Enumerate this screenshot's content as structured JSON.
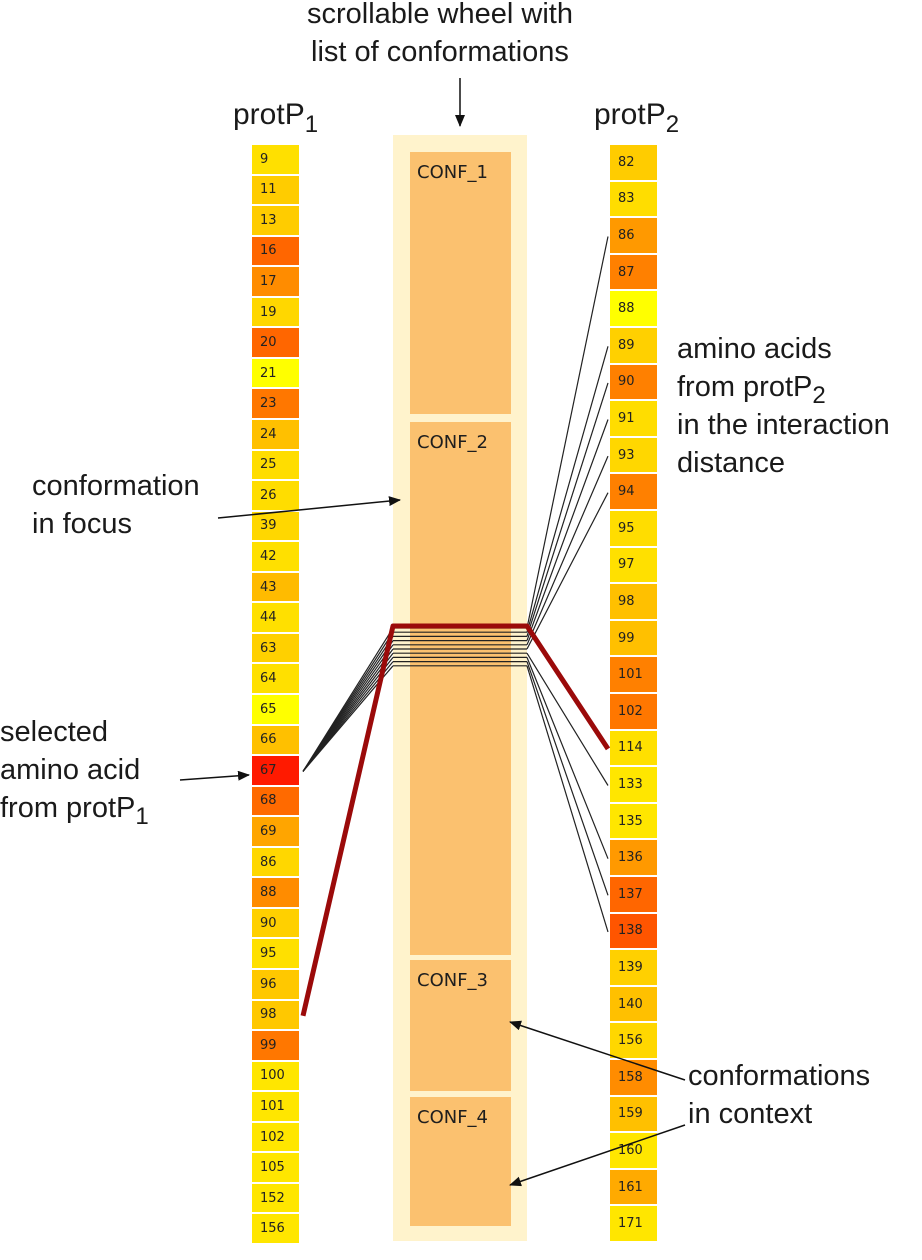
{
  "labels": {
    "wheel_title_line1": "scrollable wheel with",
    "wheel_title_line2": "list of conformations",
    "protP1_base": "protP",
    "protP1_sub": "1",
    "protP2_base": "protP",
    "protP2_sub": "2",
    "focus_line1": "conformation",
    "focus_line2": "in focus",
    "selected_line1": "selected",
    "selected_line2": "amino acid",
    "selected_line3_base": "from protP",
    "selected_line3_sub": "1",
    "amino_line1": "amino acids",
    "amino_line2_base": "from protP",
    "amino_line2_sub": "2",
    "amino_line3": "in the interaction",
    "amino_line4": "distance",
    "context_line1": "conformations",
    "context_line2": "in context"
  },
  "protP1": {
    "residues": [
      "9",
      "11",
      "13",
      "16",
      "17",
      "19",
      "20",
      "21",
      "23",
      "24",
      "25",
      "26",
      "39",
      "42",
      "43",
      "44",
      "63",
      "64",
      "65",
      "66",
      "67",
      "68",
      "69",
      "86",
      "88",
      "90",
      "95",
      "96",
      "98",
      "99",
      "100",
      "101",
      "102",
      "105",
      "152",
      "156"
    ],
    "colors": [
      "#ffe000",
      "#ffcc00",
      "#ffcc00",
      "#ff6600",
      "#ff8c00",
      "#ffd700",
      "#ff6600",
      "#ffff00",
      "#ff7700",
      "#ffc000",
      "#ffdd00",
      "#ffdd00",
      "#ffd700",
      "#ffe000",
      "#ffbb00",
      "#ffe000",
      "#ffd000",
      "#ffe000",
      "#ffff00",
      "#ffc000",
      "#ff1a00",
      "#ff6a00",
      "#ffa500",
      "#ffd700",
      "#ff8c00",
      "#ffd000",
      "#ffe000",
      "#ffc800",
      "#ffc800",
      "#ff7700",
      "#ffe600",
      "#ffe600",
      "#ffe600",
      "#ffe600",
      "#ffe600",
      "#ffe600"
    ],
    "selected": "67"
  },
  "protP2": {
    "residues": [
      "82",
      "83",
      "86",
      "87",
      "88",
      "89",
      "90",
      "91",
      "93",
      "94",
      "95",
      "97",
      "98",
      "99",
      "101",
      "102",
      "114",
      "133",
      "135",
      "136",
      "137",
      "138",
      "139",
      "140",
      "156",
      "158",
      "159",
      "160",
      "161",
      "171"
    ],
    "colors": [
      "#ffcc00",
      "#ffdd00",
      "#ff9900",
      "#ff8000",
      "#ffff00",
      "#ffd000",
      "#ff8000",
      "#ffdd00",
      "#ffd700",
      "#ff8000",
      "#ffdd00",
      "#ffe000",
      "#ffc000",
      "#ffc000",
      "#ff8000",
      "#ff7700",
      "#ffe000",
      "#ffe600",
      "#ffe600",
      "#ff9900",
      "#ff6600",
      "#ff5500",
      "#ffd000",
      "#ffc000",
      "#ffd700",
      "#ff8c00",
      "#ffc000",
      "#ffe600",
      "#ffaa00",
      "#ffe600"
    ],
    "interacting": [
      "86",
      "89",
      "90",
      "91",
      "93",
      "94",
      "133",
      "136",
      "137",
      "138"
    ]
  },
  "conformations": [
    "CONF_1",
    "CONF_2",
    "CONF_3",
    "CONF_4"
  ],
  "colors": {
    "wheel_bg": "#fff3cc",
    "conf_fill": "#fbc16f",
    "highlight_line": "#9b0a0a",
    "link_line": "#222222"
  }
}
